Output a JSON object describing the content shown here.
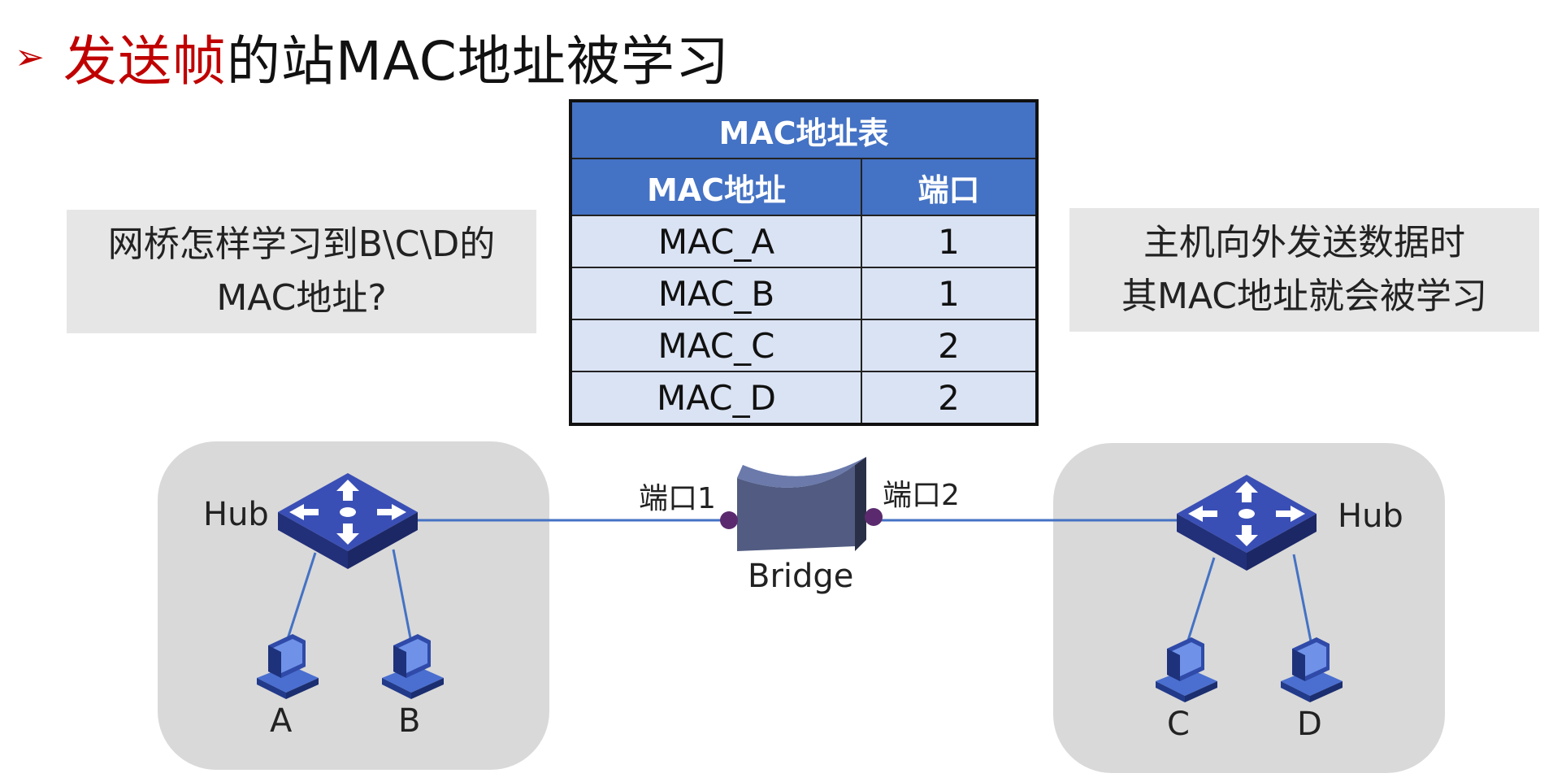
{
  "title": {
    "bullet": "➢",
    "highlight": "发送帧",
    "rest": "的站MAC地址被学习"
  },
  "question_box": {
    "line1": "网桥怎样学习到B\\C\\D的",
    "line2": "MAC地址?"
  },
  "answer_box": {
    "line1": "主机向外发送数据时",
    "line2": "其MAC地址就会被学习"
  },
  "mac_table": {
    "caption": "MAC地址表",
    "headers": [
      "MAC地址",
      "端口"
    ],
    "rows": [
      {
        "mac": "MAC_A",
        "port": "1"
      },
      {
        "mac": "MAC_B",
        "port": "1"
      },
      {
        "mac": "MAC_C",
        "port": "2"
      },
      {
        "mac": "MAC_D",
        "port": "2"
      }
    ]
  },
  "network": {
    "left_hub_label": "Hub",
    "right_hub_label": "Hub",
    "bridge_label": "Bridge",
    "port1_label": "端口1",
    "port2_label": "端口2",
    "hosts": [
      "A",
      "B",
      "C",
      "D"
    ]
  },
  "colors": {
    "accent_red": "#c00000",
    "table_header": "#4472c4",
    "table_row": "#dae3f3",
    "link_line": "#4472c4",
    "port_dot": "#5b2a6e",
    "lan_bg": "#d9d9d9",
    "question_bg": "#e6e6e6"
  }
}
